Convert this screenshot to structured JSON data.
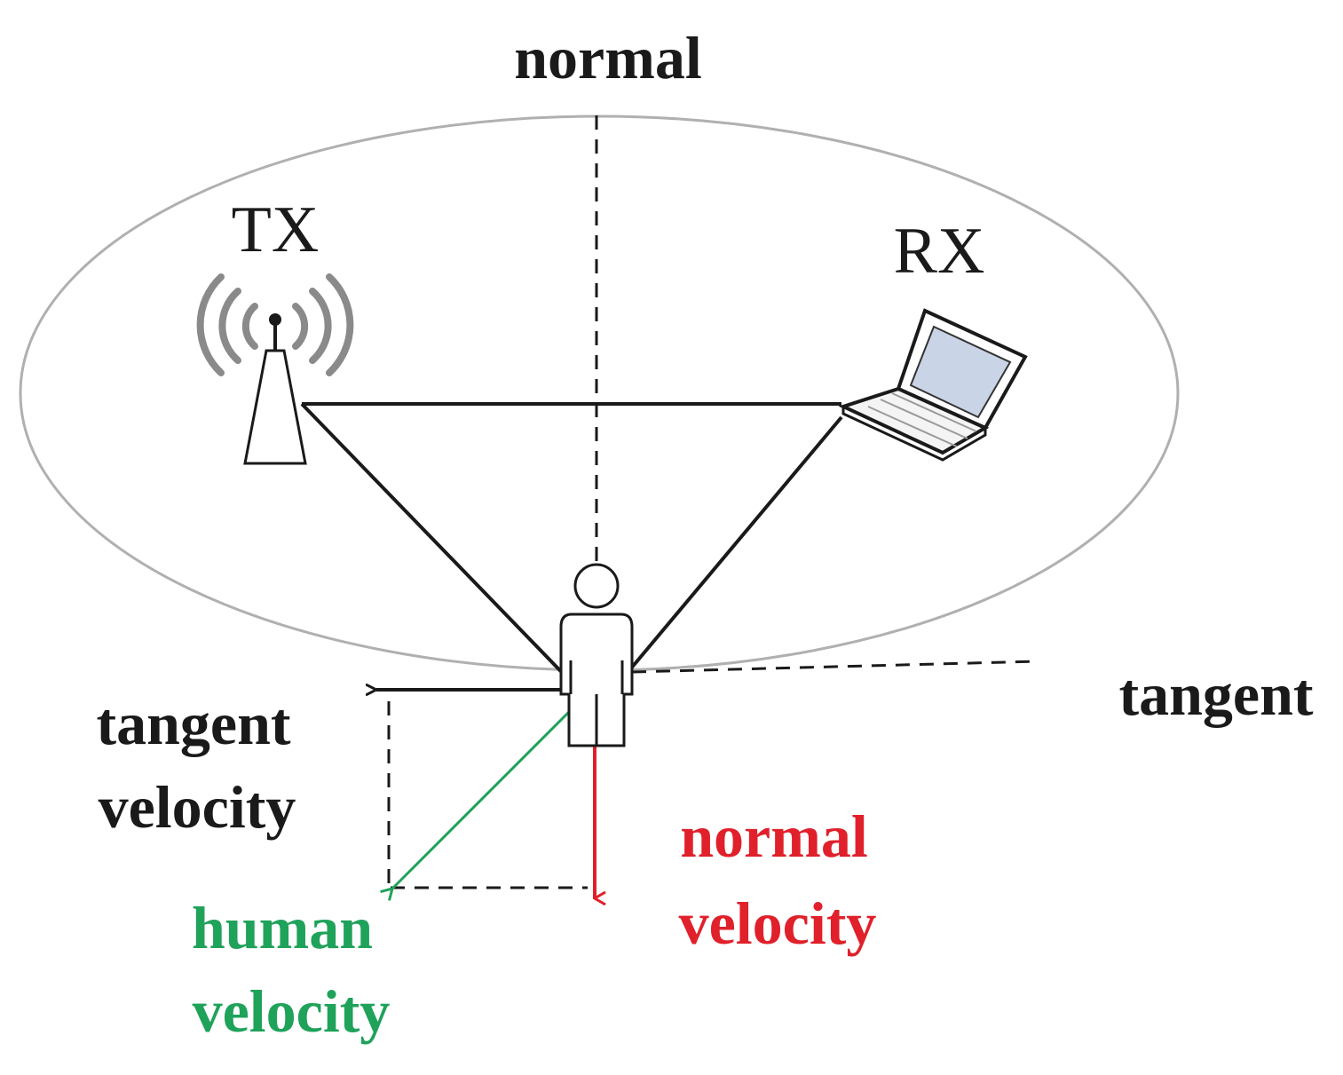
{
  "labels": {
    "normal_axis": "normal",
    "tx": "TX",
    "rx": "RX",
    "tangent_axis": "tangent",
    "tangent_velocity_line1": "tangent",
    "tangent_velocity_line2": "velocity",
    "normal_velocity_line1": "normal",
    "normal_velocity_line2": "velocity",
    "human_velocity_line1": "human",
    "human_velocity_line2": "velocity"
  },
  "colors": {
    "line": "#1a1a1a",
    "ellipse": "#b0b0b0",
    "normal_velocity": "#e0202a",
    "human_velocity": "#1fa25a",
    "signal_waves": "#8a8a8a",
    "screen": "#c9d4e6"
  },
  "icons": {
    "transmitter": "antenna-tower-icon",
    "receiver": "laptop-icon",
    "person": "person-icon"
  }
}
